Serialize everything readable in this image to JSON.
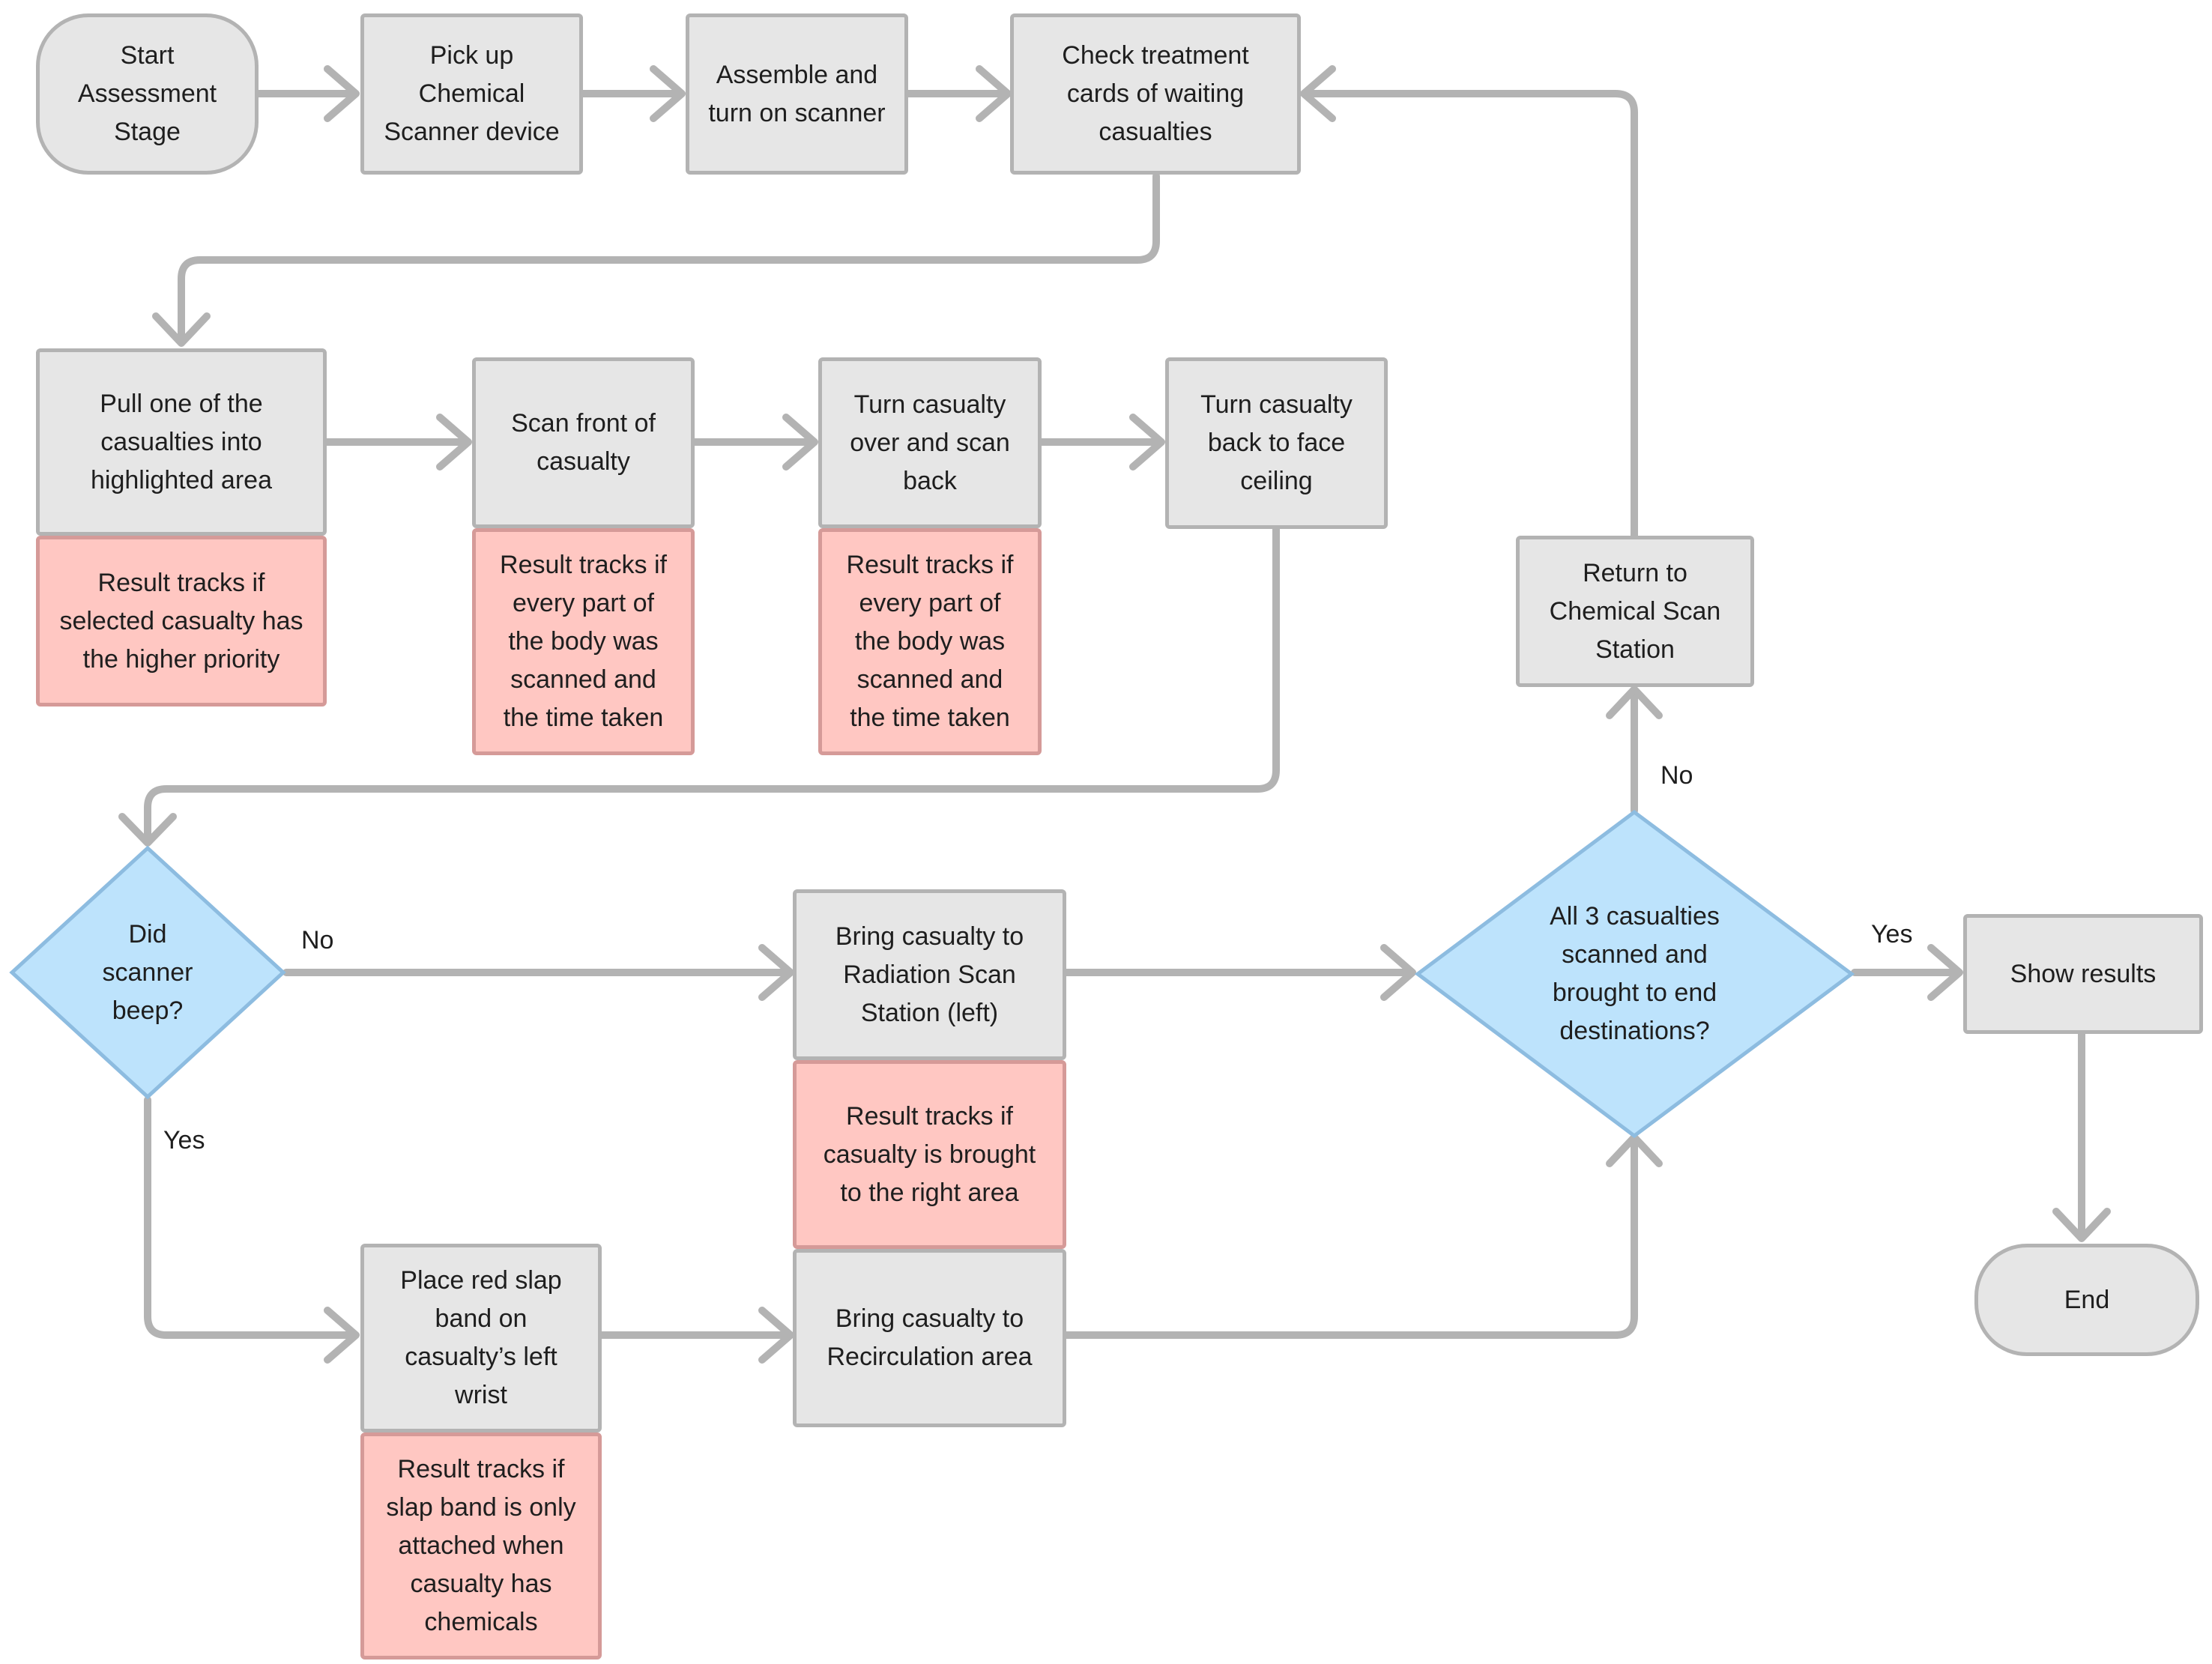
{
  "nodes": {
    "start": "Start\nAssessment\nStage",
    "pickup": "Pick up\nChemical\nScanner device",
    "assemble": "Assemble and\nturn on scanner",
    "check": "Check treatment\ncards of waiting\ncasualties",
    "pull": "Pull one of the\ncasualties into\nhighlighted area",
    "scan_front": "Scan front of\ncasualty",
    "turn_over": "Turn casualty\nover and scan\nback",
    "turn_back": "Turn casualty\nback to face\nceiling",
    "return_station": "Return to\nChemical Scan\nStation",
    "did_beep": "Did\nscanner\nbeep?",
    "radiation": "Bring casualty to\nRadiation Scan\nStation (left)",
    "all_scanned": "All 3 casualties\nscanned and\nbrought to end\ndestinations?",
    "show_results": "Show results",
    "end": "End",
    "slap_band": "Place red slap\nband on\ncasualty’s left\nwrist",
    "recirculation": "Bring casualty to\nRecirculation area"
  },
  "notes": {
    "priority": "Result tracks if\nselected casualty has\nthe higher priority",
    "scan_front": "Result tracks if\nevery part of\nthe body was\nscanned and\nthe time taken",
    "scan_back": "Result tracks if\nevery part of\nthe body was\nscanned and\nthe time taken",
    "right_area": "Result tracks if\ncasualty is brought\nto the right area",
    "slap_band": "Result tracks if\nslap band is only\nattached when\ncasualty has\nchemicals"
  },
  "edge_labels": {
    "beep_no": "No",
    "beep_yes": "Yes",
    "all_no": "No",
    "all_yes": "Yes"
  },
  "colors": {
    "process_fill": "#e6e6e6",
    "process_border": "#b3b3b3",
    "note_fill": "#ffc7c2",
    "note_border": "#d59a98",
    "decision_fill": "#bde3fc",
    "decision_border": "#8dbce0",
    "connector": "#b3b3b3",
    "text": "#1e1e1e"
  }
}
